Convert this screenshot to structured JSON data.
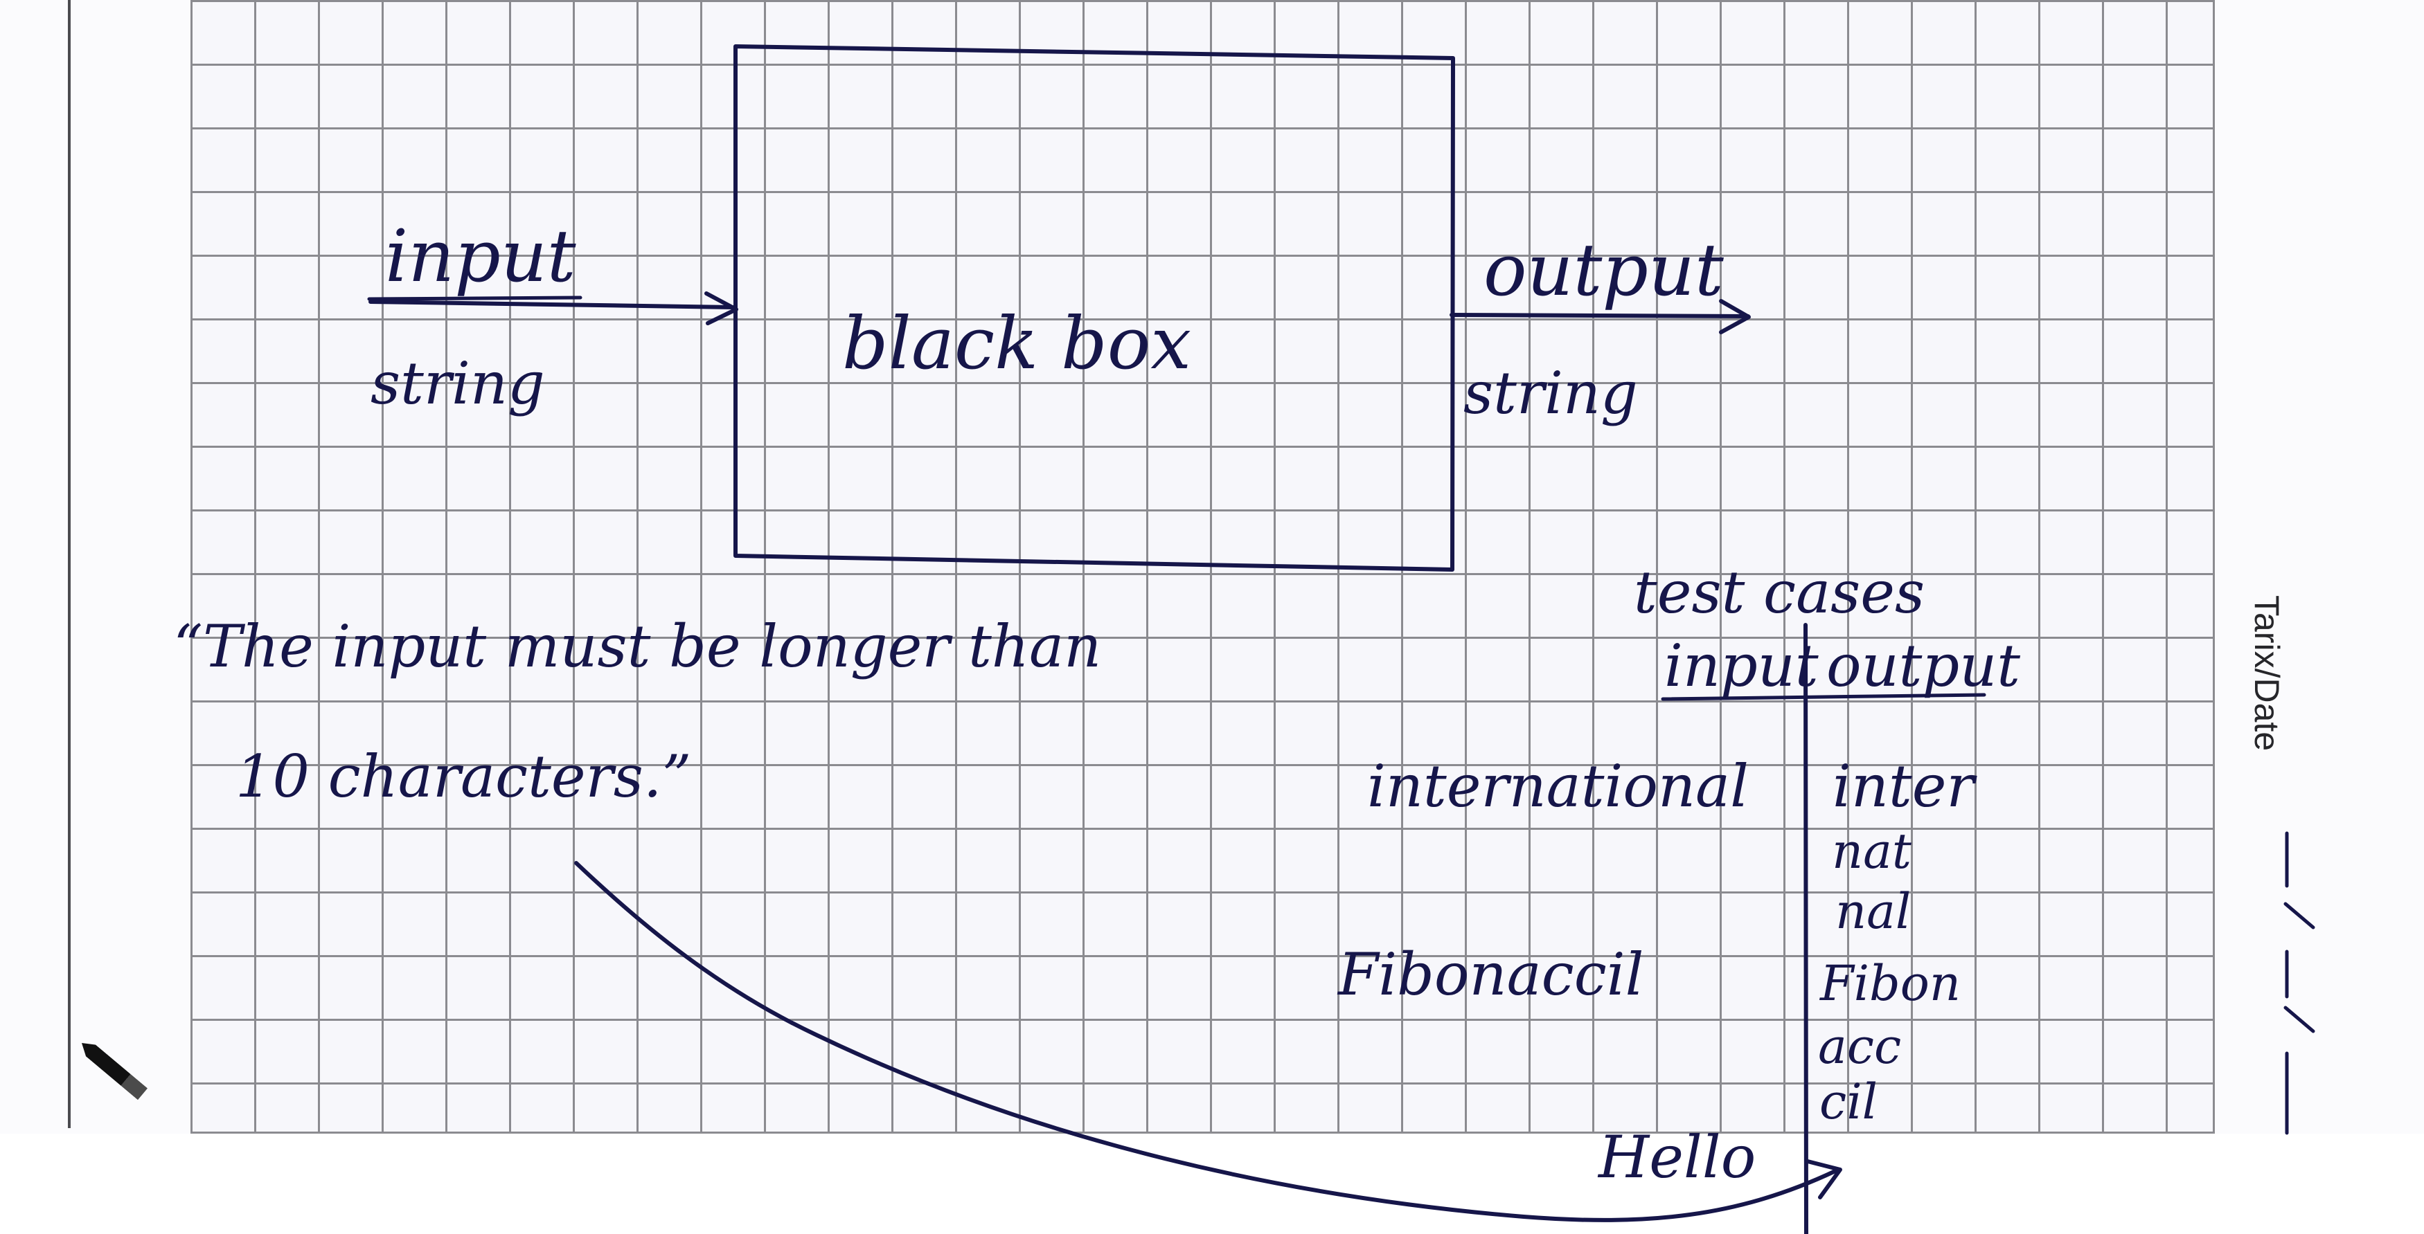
{
  "diagram": {
    "input_label": "input",
    "input_type": "string",
    "box_label": "black box",
    "output_label": "output",
    "output_type": "string",
    "requirement_line_1": "“The input must be longer than",
    "requirement_line_2": "10 characters.”",
    "test_cases_title": "test cases",
    "test_cases_input_header": "input",
    "test_cases_output_header": "output",
    "test_cases": [
      {
        "input": "international",
        "output_lines": [
          "inter",
          "nat",
          "nal"
        ]
      },
      {
        "input": "Fibonaccil",
        "output_lines": [
          "Fibon",
          "acc",
          "cil"
        ]
      },
      {
        "input": "Hello",
        "output_lines": []
      }
    ],
    "date_label": "Tarix/Date"
  },
  "colors": {
    "ink": "#16164a",
    "grid": "#8b8b90",
    "paper": "#f7f7fb"
  },
  "icons": {
    "pen": "pen-icon"
  }
}
